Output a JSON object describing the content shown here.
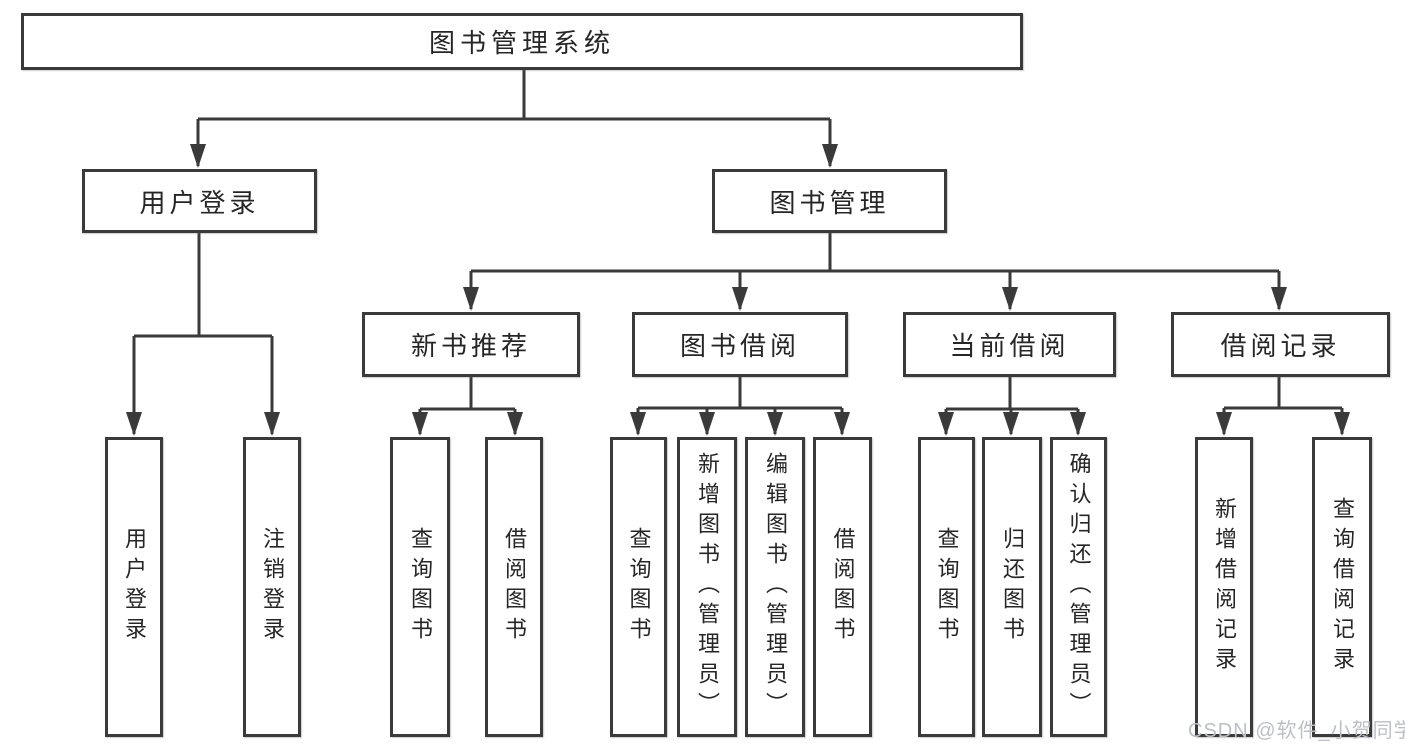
{
  "diagram": {
    "root": {
      "label": "图书管理系统"
    },
    "user_login": {
      "label": "用户登录",
      "children": [
        {
          "label": "用户登录"
        },
        {
          "label": "注销登录"
        }
      ]
    },
    "book_management": {
      "label": "图书管理",
      "sections": [
        {
          "label": "新书推荐",
          "children": [
            {
              "label": "查询图书"
            },
            {
              "label": "借阅图书"
            }
          ]
        },
        {
          "label": "图书借阅",
          "children": [
            {
              "label": "查询图书"
            },
            {
              "label": "新增图书（管理员）"
            },
            {
              "label": "编辑图书（管理员）"
            },
            {
              "label": "借阅图书"
            }
          ]
        },
        {
          "label": "当前借阅",
          "children": [
            {
              "label": "查询图书"
            },
            {
              "label": "归还图书"
            },
            {
              "label": "确认归还（管理员）"
            }
          ]
        },
        {
          "label": "借阅记录",
          "children": [
            {
              "label": "新增借阅记录"
            },
            {
              "label": "查询借阅记录"
            }
          ]
        }
      ]
    }
  },
  "watermark": {
    "text": "CSDN @软件_小贺同学"
  },
  "colors": {
    "line": "#3a3a3a",
    "text": "#262626",
    "watermark": "#bcc0c6",
    "background": "#ffffff"
  }
}
